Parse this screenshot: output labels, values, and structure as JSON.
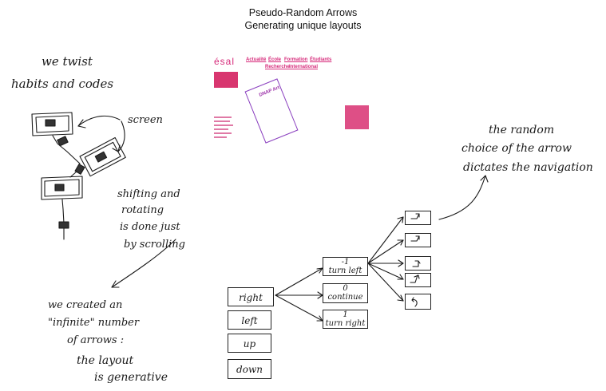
{
  "title": {
    "line1": "Pseudo-Random Arrows",
    "line2": "Generating unique layouts"
  },
  "notes": {
    "twist_line1": "we twist",
    "twist_line2": "habits and codes",
    "screen": "screen",
    "shift_line1": "shifting and",
    "shift_line2": "rotating",
    "shift_line3": "is done just",
    "shift_line4": "by scrolling",
    "infinite_line1": "we created an",
    "infinite_line2": "\"infinite\" number",
    "infinite_line3": "of arrows :",
    "infinite_line4": "the layout",
    "infinite_line5": "is generative",
    "random_line1": "the random",
    "random_line2": "choice of the arrow",
    "random_line3": "dictates the navigation"
  },
  "directions": [
    "right",
    "left",
    "up",
    "down"
  ],
  "turns": [
    {
      "num": "-1",
      "label": "turn left"
    },
    {
      "num": "0",
      "label": "continue"
    },
    {
      "num": "1",
      "label": "turn right"
    }
  ],
  "website": {
    "logo": "ésal",
    "nav": [
      "Actualité",
      "École",
      "Formation",
      "Étudiants",
      "Recherche",
      "International"
    ],
    "panel_title": "DNAP Art",
    "accent": "#d62a7a",
    "line_color": "#8a3fbf"
  },
  "colors": {
    "ink": "#1a1a1a",
    "pink": "#d62a7a"
  }
}
